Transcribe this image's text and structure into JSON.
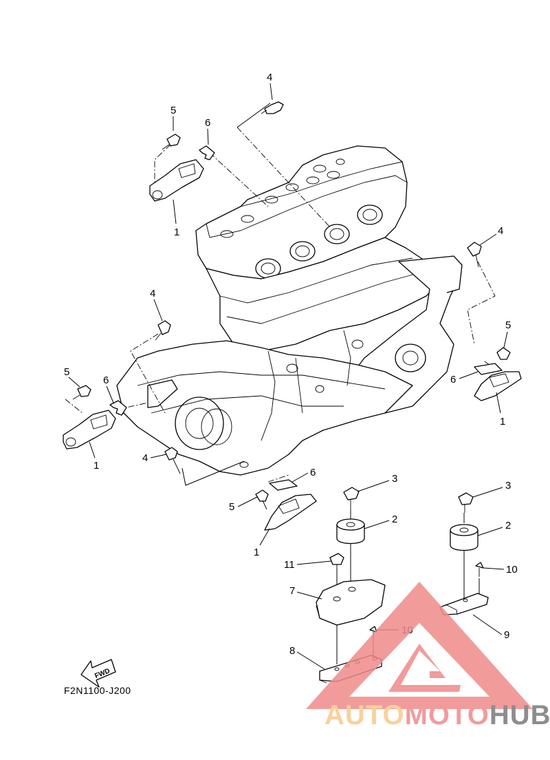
{
  "diagram": {
    "drawing_code": "F2N1100-J200",
    "direction_label": "FWD",
    "callouts": [
      "1",
      "2",
      "3",
      "4",
      "5",
      "6",
      "7",
      "8",
      "9",
      "10",
      "11"
    ]
  },
  "watermark": {
    "brand_part1": "AUTO",
    "brand_part2": "MOTO",
    "brand_part3": "HUB",
    "colors": {
      "auto": "#f7c98a",
      "moto": "#f08a8a",
      "hub": "#7a7a7a",
      "triangle": "#f08a8a"
    }
  }
}
